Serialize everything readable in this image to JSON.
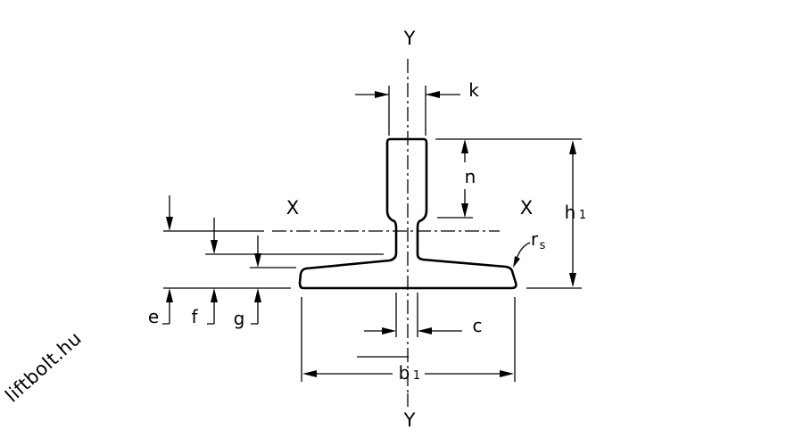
{
  "watermark": "liftbolt.hu",
  "axes": {
    "y_top": "Y",
    "y_bottom": "Y",
    "x_left": "X",
    "x_right": "X"
  },
  "dimensions": {
    "k": "k",
    "n": "n",
    "h1_main": "h",
    "h1_sub": "1",
    "rs_main": "r",
    "rs_sub": "s",
    "e": "e",
    "f": "f",
    "g": "g",
    "c": "c",
    "b1_main": "b",
    "b1_sub": "1"
  }
}
